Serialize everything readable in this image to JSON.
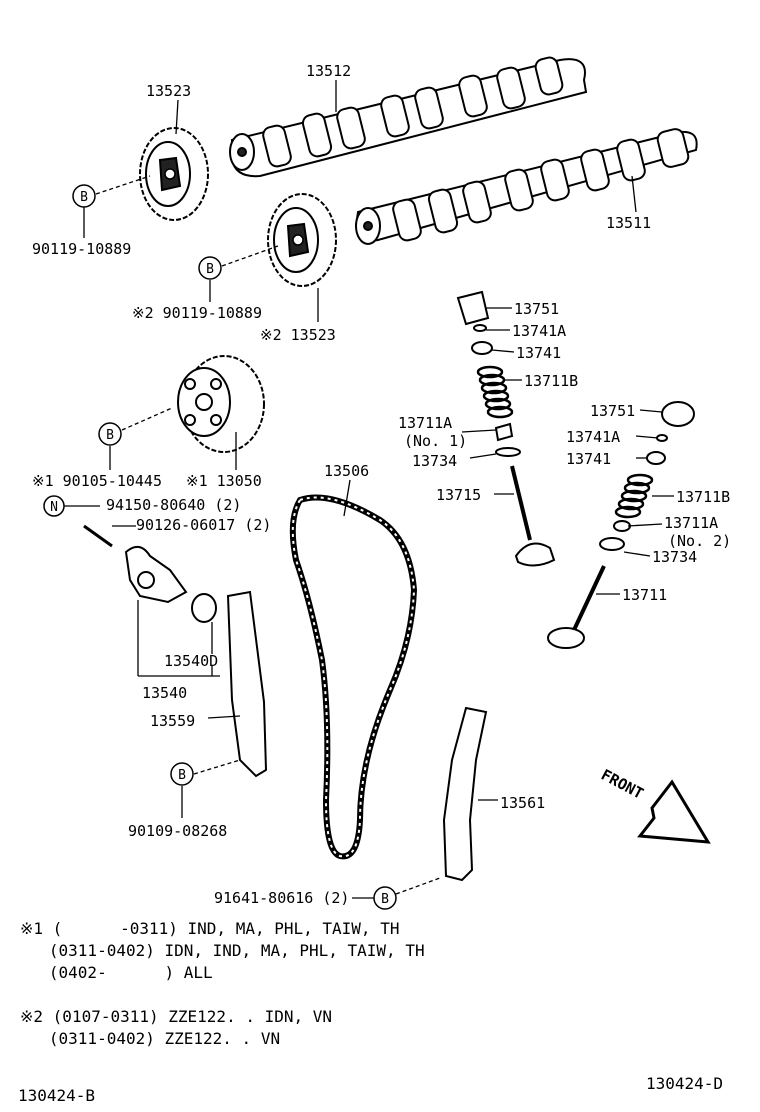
{
  "labels": {
    "p13512": "13512",
    "p13523a": "13523",
    "p90119a": "90119-10889",
    "p13511": "13511",
    "p90119b": "※2 90119-10889",
    "p13523b": "※2 13523",
    "p13751a": "13751",
    "p13741Aa": "13741A",
    "p13741a": "13741",
    "p13711Ba": "13711B",
    "p13711Aa": "13711A",
    "p13711Aa_no": "(No. 1)",
    "p13734a": "13734",
    "p13715": "13715",
    "p13751b": "13751",
    "p13741Ab": "13741A",
    "p13741b": "13741",
    "p13711Bb": "13711B",
    "p13711Ab": "13711A",
    "p13711Ab_no": "(No. 2)",
    "p13734b": "13734",
    "p13711": "13711",
    "p90105": "※1 90105-10445",
    "p13050": "※1 13050",
    "p94150": "94150-80640 (2)",
    "p90126": "90126-06017 (2)",
    "p13506": "13506",
    "p13540D": "13540D",
    "p13540": "13540",
    "p13559": "13559",
    "p90109": "90109-08268",
    "p13561": "13561",
    "p91641": "91641-80616 (2)",
    "front": "FRONT"
  },
  "markers": {
    "B": "B",
    "N": "N"
  },
  "notes": {
    "n1_line1": "※1 (      -0311) IND, MA, PHL, TAIW, TH",
    "n1_line2": "   (0311-0402) IDN, IND, MA, PHL, TAIW, TH",
    "n1_line3": "   (0402-      ) ALL",
    "n2_line1": "※2 (0107-0311) ZZE122. . IDN, VN",
    "n2_line2": "   (0311-0402) ZZE122. . VN"
  },
  "codes": {
    "left": "130424-B",
    "right": "130424-D"
  }
}
